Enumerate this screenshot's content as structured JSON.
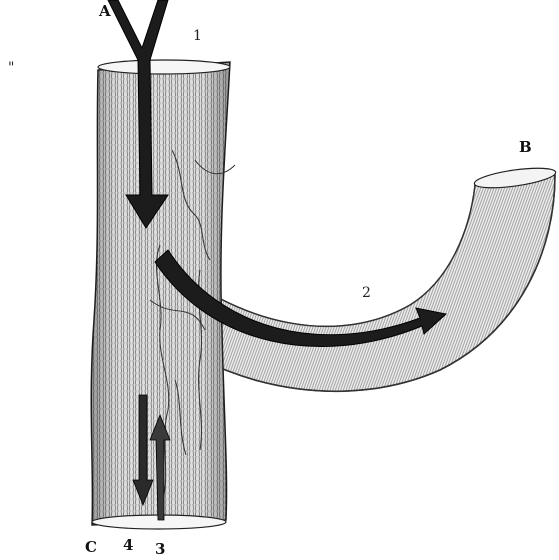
{
  "labels": {
    "a": "A",
    "b": "B",
    "c": "C",
    "one": "1",
    "two": "2",
    "three": "3",
    "four": "4",
    "stray_mark": "\""
  },
  "colors": {
    "ink": "#111111",
    "hatch": "#6a6a6a",
    "tube_fill": "#e6e6e6",
    "background": "#ffffff"
  }
}
